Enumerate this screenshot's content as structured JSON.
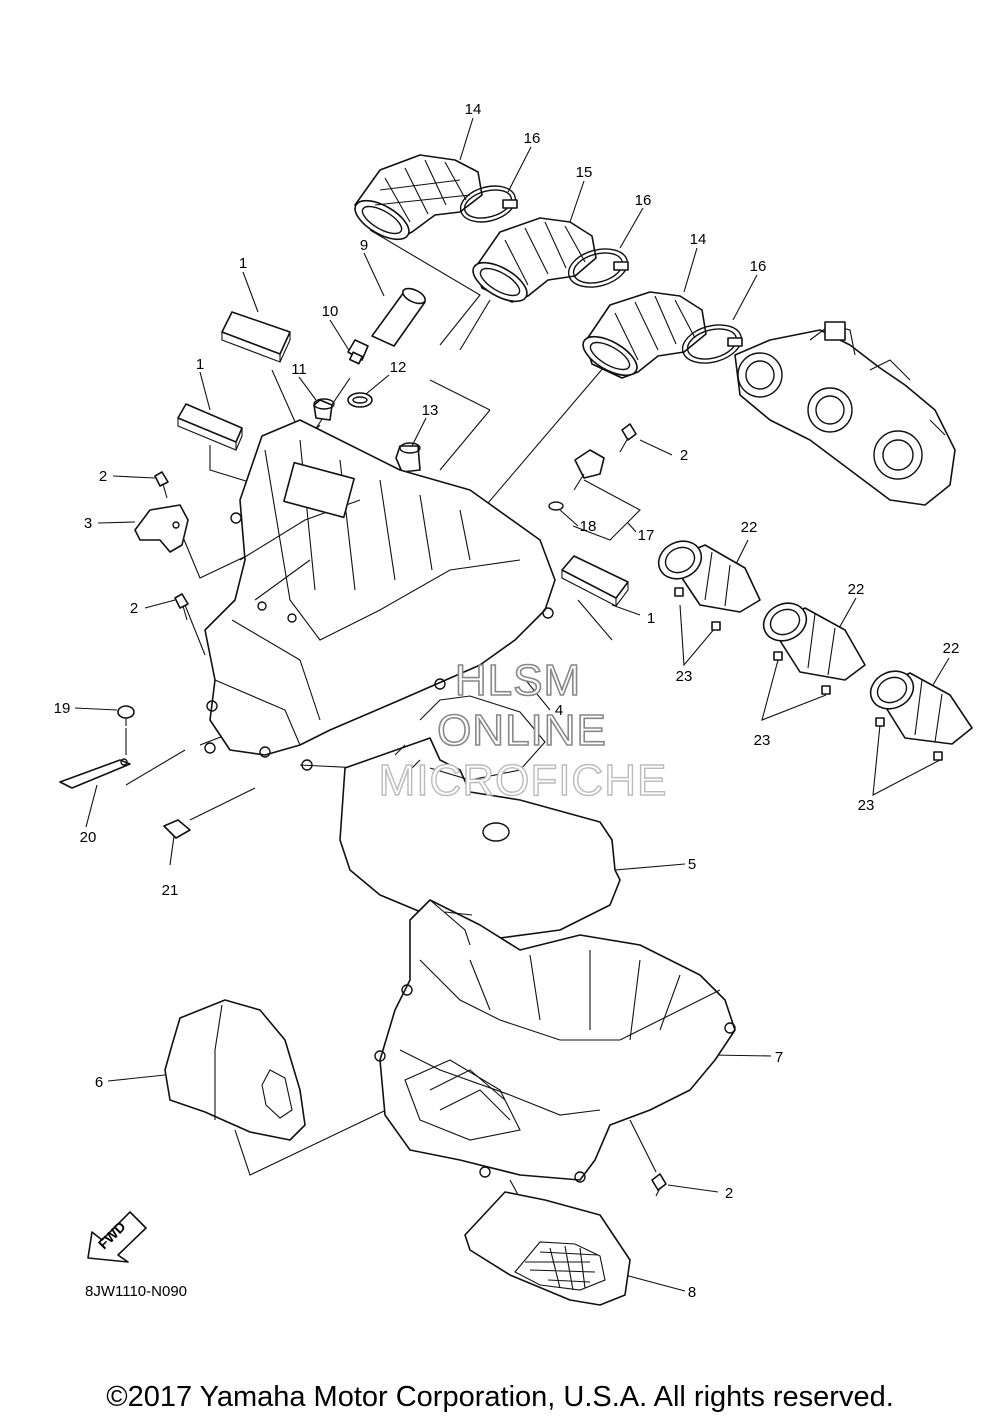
{
  "callouts": [
    {
      "id": "c14a",
      "text": "14"
    },
    {
      "id": "c16a",
      "text": "16"
    },
    {
      "id": "c15",
      "text": "15"
    },
    {
      "id": "c16b",
      "text": "16"
    },
    {
      "id": "c14b",
      "text": "14"
    },
    {
      "id": "c16c",
      "text": "16"
    },
    {
      "id": "c1a",
      "text": "1"
    },
    {
      "id": "c9",
      "text": "9"
    },
    {
      "id": "c10",
      "text": "10"
    },
    {
      "id": "c1b",
      "text": "1"
    },
    {
      "id": "c11",
      "text": "11"
    },
    {
      "id": "c12",
      "text": "12"
    },
    {
      "id": "c13",
      "text": "13"
    },
    {
      "id": "c2a",
      "text": "2"
    },
    {
      "id": "c2b",
      "text": "2"
    },
    {
      "id": "c3",
      "text": "3"
    },
    {
      "id": "c18",
      "text": "18"
    },
    {
      "id": "c17",
      "text": "17"
    },
    {
      "id": "c22a",
      "text": "22"
    },
    {
      "id": "c2c",
      "text": "2"
    },
    {
      "id": "c1c",
      "text": "1"
    },
    {
      "id": "c22b",
      "text": "22"
    },
    {
      "id": "c23a",
      "text": "23"
    },
    {
      "id": "c22c",
      "text": "22"
    },
    {
      "id": "c4",
      "text": "4"
    },
    {
      "id": "c19",
      "text": "19"
    },
    {
      "id": "c23b",
      "text": "23"
    },
    {
      "id": "c23c",
      "text": "23"
    },
    {
      "id": "c20",
      "text": "20"
    },
    {
      "id": "c5",
      "text": "5"
    },
    {
      "id": "c21",
      "text": "21"
    },
    {
      "id": "c7",
      "text": "7"
    },
    {
      "id": "c6",
      "text": "6"
    },
    {
      "id": "c2d",
      "text": "2"
    },
    {
      "id": "c8",
      "text": "8"
    }
  ],
  "watermark": {
    "line1": "HLSM",
    "line2": "ONLINE",
    "line3": "MICROFICHE"
  },
  "fwd_label": "FWD",
  "diagram_code": "8JW1110-N090",
  "copyright": "©2017 Yamaha Motor Corporation, U.S.A. All rights reserved."
}
